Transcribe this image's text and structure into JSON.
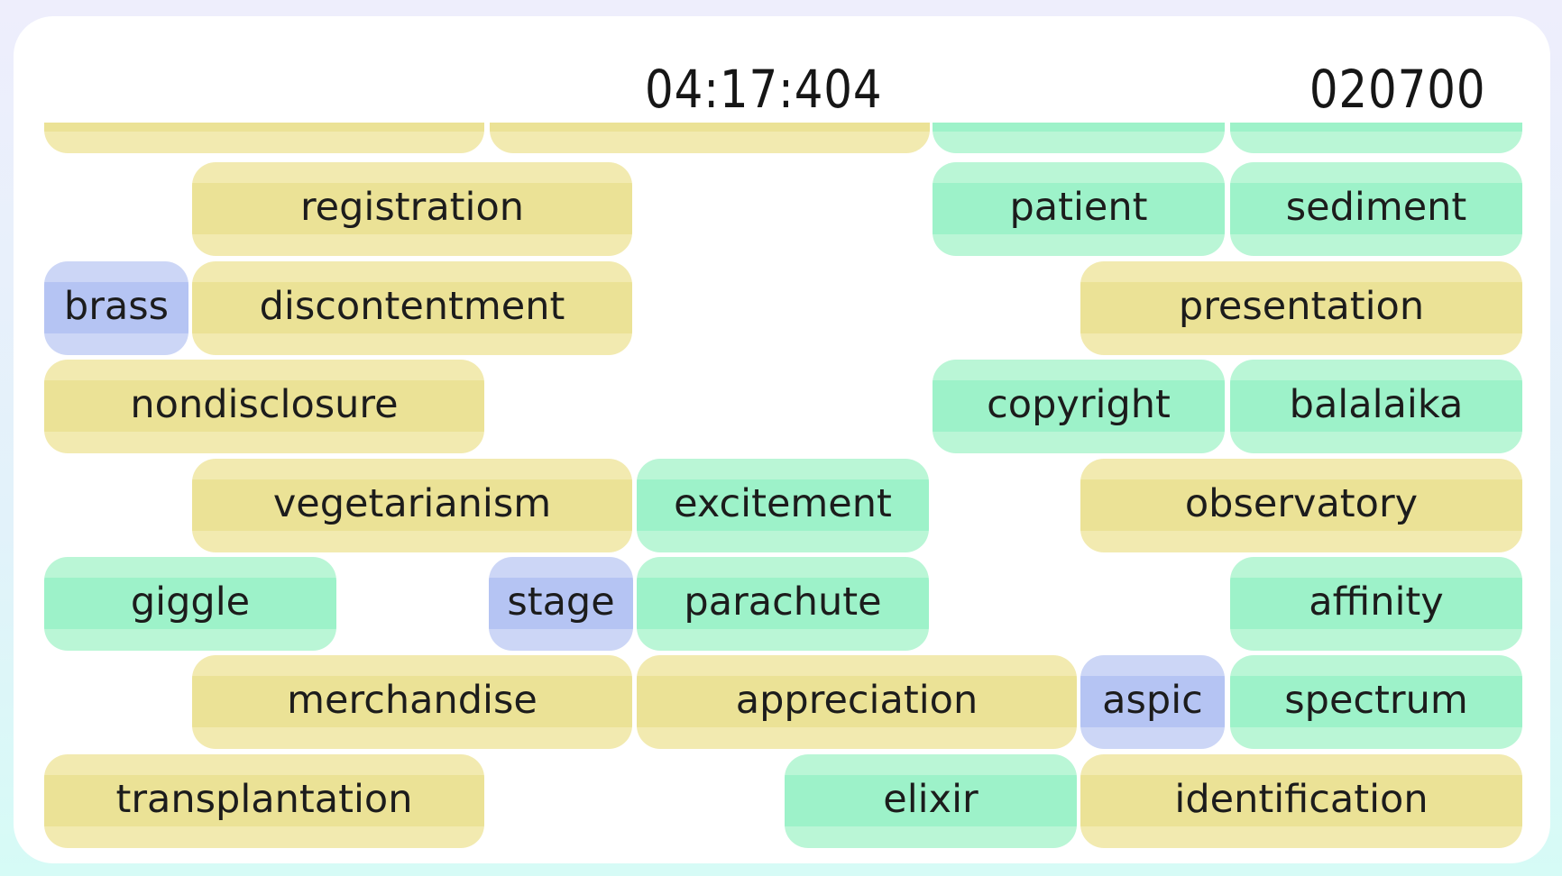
{
  "hud": {
    "timer": "04:17:404",
    "score": "020700"
  },
  "colors": {
    "yellow": "#ebe296",
    "green": "#9df2c9",
    "blue": "#b5c4f3"
  },
  "tiles": [
    {
      "word": "",
      "color": "yellow"
    },
    {
      "word": "",
      "color": "yellow"
    },
    {
      "word": "",
      "color": "green"
    },
    {
      "word": "",
      "color": "green"
    },
    {
      "word": "registration",
      "color": "yellow"
    },
    {
      "word": "patient",
      "color": "green"
    },
    {
      "word": "sediment",
      "color": "green"
    },
    {
      "word": "brass",
      "color": "blue"
    },
    {
      "word": "discontentment",
      "color": "yellow"
    },
    {
      "word": "presentation",
      "color": "yellow"
    },
    {
      "word": "nondisclosure",
      "color": "yellow"
    },
    {
      "word": "copyright",
      "color": "green"
    },
    {
      "word": "balalaika",
      "color": "green"
    },
    {
      "word": "vegetarianism",
      "color": "yellow"
    },
    {
      "word": "excitement",
      "color": "green"
    },
    {
      "word": "observatory",
      "color": "yellow"
    },
    {
      "word": "giggle",
      "color": "green"
    },
    {
      "word": "stage",
      "color": "blue"
    },
    {
      "word": "parachute",
      "color": "green"
    },
    {
      "word": "affinity",
      "color": "green"
    },
    {
      "word": "merchandise",
      "color": "yellow"
    },
    {
      "word": "appreciation",
      "color": "yellow"
    },
    {
      "word": "aspic",
      "color": "blue"
    },
    {
      "word": "spectrum",
      "color": "green"
    },
    {
      "word": "transplantation",
      "color": "yellow"
    },
    {
      "word": "elixir",
      "color": "green"
    },
    {
      "word": "identification",
      "color": "yellow"
    }
  ]
}
